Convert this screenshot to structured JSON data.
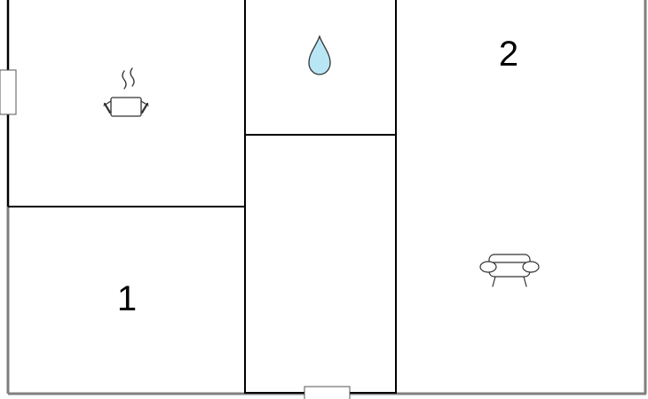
{
  "floor_plan": {
    "rooms": [
      {
        "id": "kitchen",
        "icon": "cooking-pot-icon"
      },
      {
        "id": "bathroom",
        "icon": "water-drop-icon"
      },
      {
        "id": "hallway"
      },
      {
        "id": "room-1",
        "label": "1"
      },
      {
        "id": "room-2",
        "label": "2",
        "icon": "sofa-icon"
      }
    ],
    "openings": [
      {
        "id": "window-west",
        "type": "window"
      },
      {
        "id": "door-south",
        "type": "door"
      }
    ]
  },
  "colors": {
    "outer_wall": "#7f7f7f",
    "inner_wall": "#000000",
    "water_drop": "#b8e6f5",
    "icon_stroke": "#333333",
    "background": "#ffffff"
  }
}
